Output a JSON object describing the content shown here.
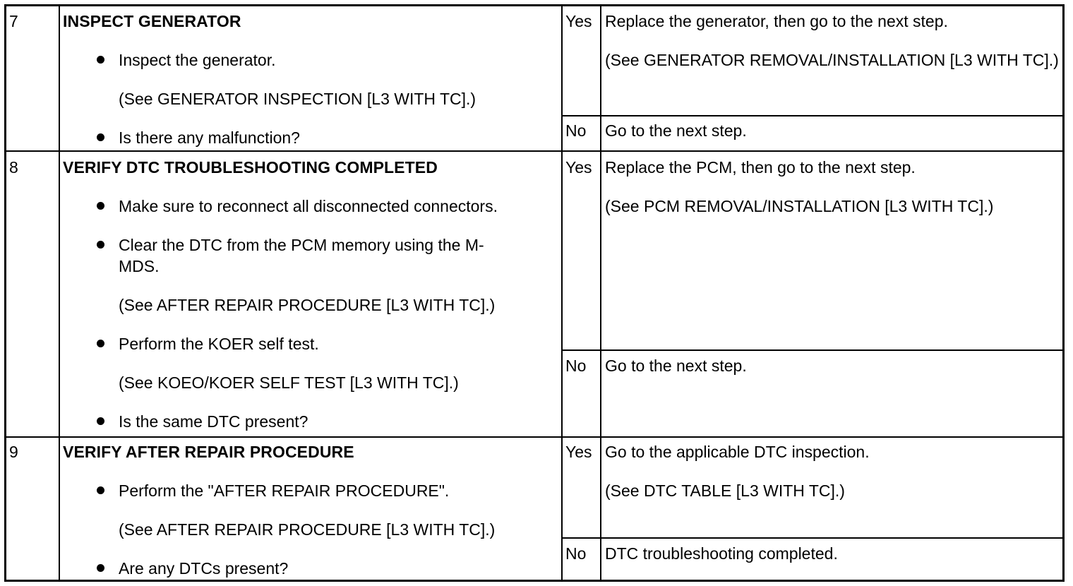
{
  "rows": [
    {
      "step": "7",
      "title": "INSPECT GENERATOR",
      "items": [
        {
          "text": "Inspect the generator.",
          "bullet": true
        },
        {
          "text": "(See GENERATOR INSPECTION [L3 WITH TC].)",
          "bullet": false
        },
        {
          "text": "Is there any malfunction?",
          "bullet": true
        }
      ],
      "yes_label": "Yes",
      "yes_result": [
        "Replace the generator, then go to the next step.",
        "(See GENERATOR REMOVAL/INSTALLATION [L3 WITH TC].)"
      ],
      "no_label": "No",
      "no_result": [
        "Go to the next step."
      ]
    },
    {
      "step": "8",
      "title": "VERIFY DTC TROUBLESHOOTING COMPLETED",
      "items": [
        {
          "text": "Make sure to reconnect all disconnected connectors.",
          "bullet": true
        },
        {
          "text": "Clear the DTC from the PCM memory using the M-MDS.",
          "bullet": true
        },
        {
          "text": "(See AFTER REPAIR PROCEDURE [L3 WITH TC].)",
          "bullet": false
        },
        {
          "text": "Perform the KOER self test.",
          "bullet": true
        },
        {
          "text": "(See KOEO/KOER SELF TEST [L3 WITH TC].)",
          "bullet": false
        },
        {
          "text": "Is the same DTC present?",
          "bullet": true
        }
      ],
      "yes_label": "Yes",
      "yes_result": [
        "Replace the PCM, then go to the next step.",
        "(See PCM REMOVAL/INSTALLATION [L3 WITH TC].)"
      ],
      "no_label": "No",
      "no_result": [
        "Go to the next step."
      ]
    },
    {
      "step": "9",
      "title": "VERIFY AFTER REPAIR PROCEDURE",
      "items": [
        {
          "text": "Perform the \"AFTER REPAIR PROCEDURE\".",
          "bullet": true
        },
        {
          "text": "(See AFTER REPAIR PROCEDURE [L3 WITH TC].)",
          "bullet": false
        },
        {
          "text": "Are any DTCs present?",
          "bullet": true
        }
      ],
      "yes_label": "Yes",
      "yes_result": [
        "Go to the applicable DTC inspection.",
        "(See DTC TABLE [L3 WITH TC].)"
      ],
      "no_label": "No",
      "no_result": [
        "DTC troubleshooting completed."
      ]
    }
  ]
}
